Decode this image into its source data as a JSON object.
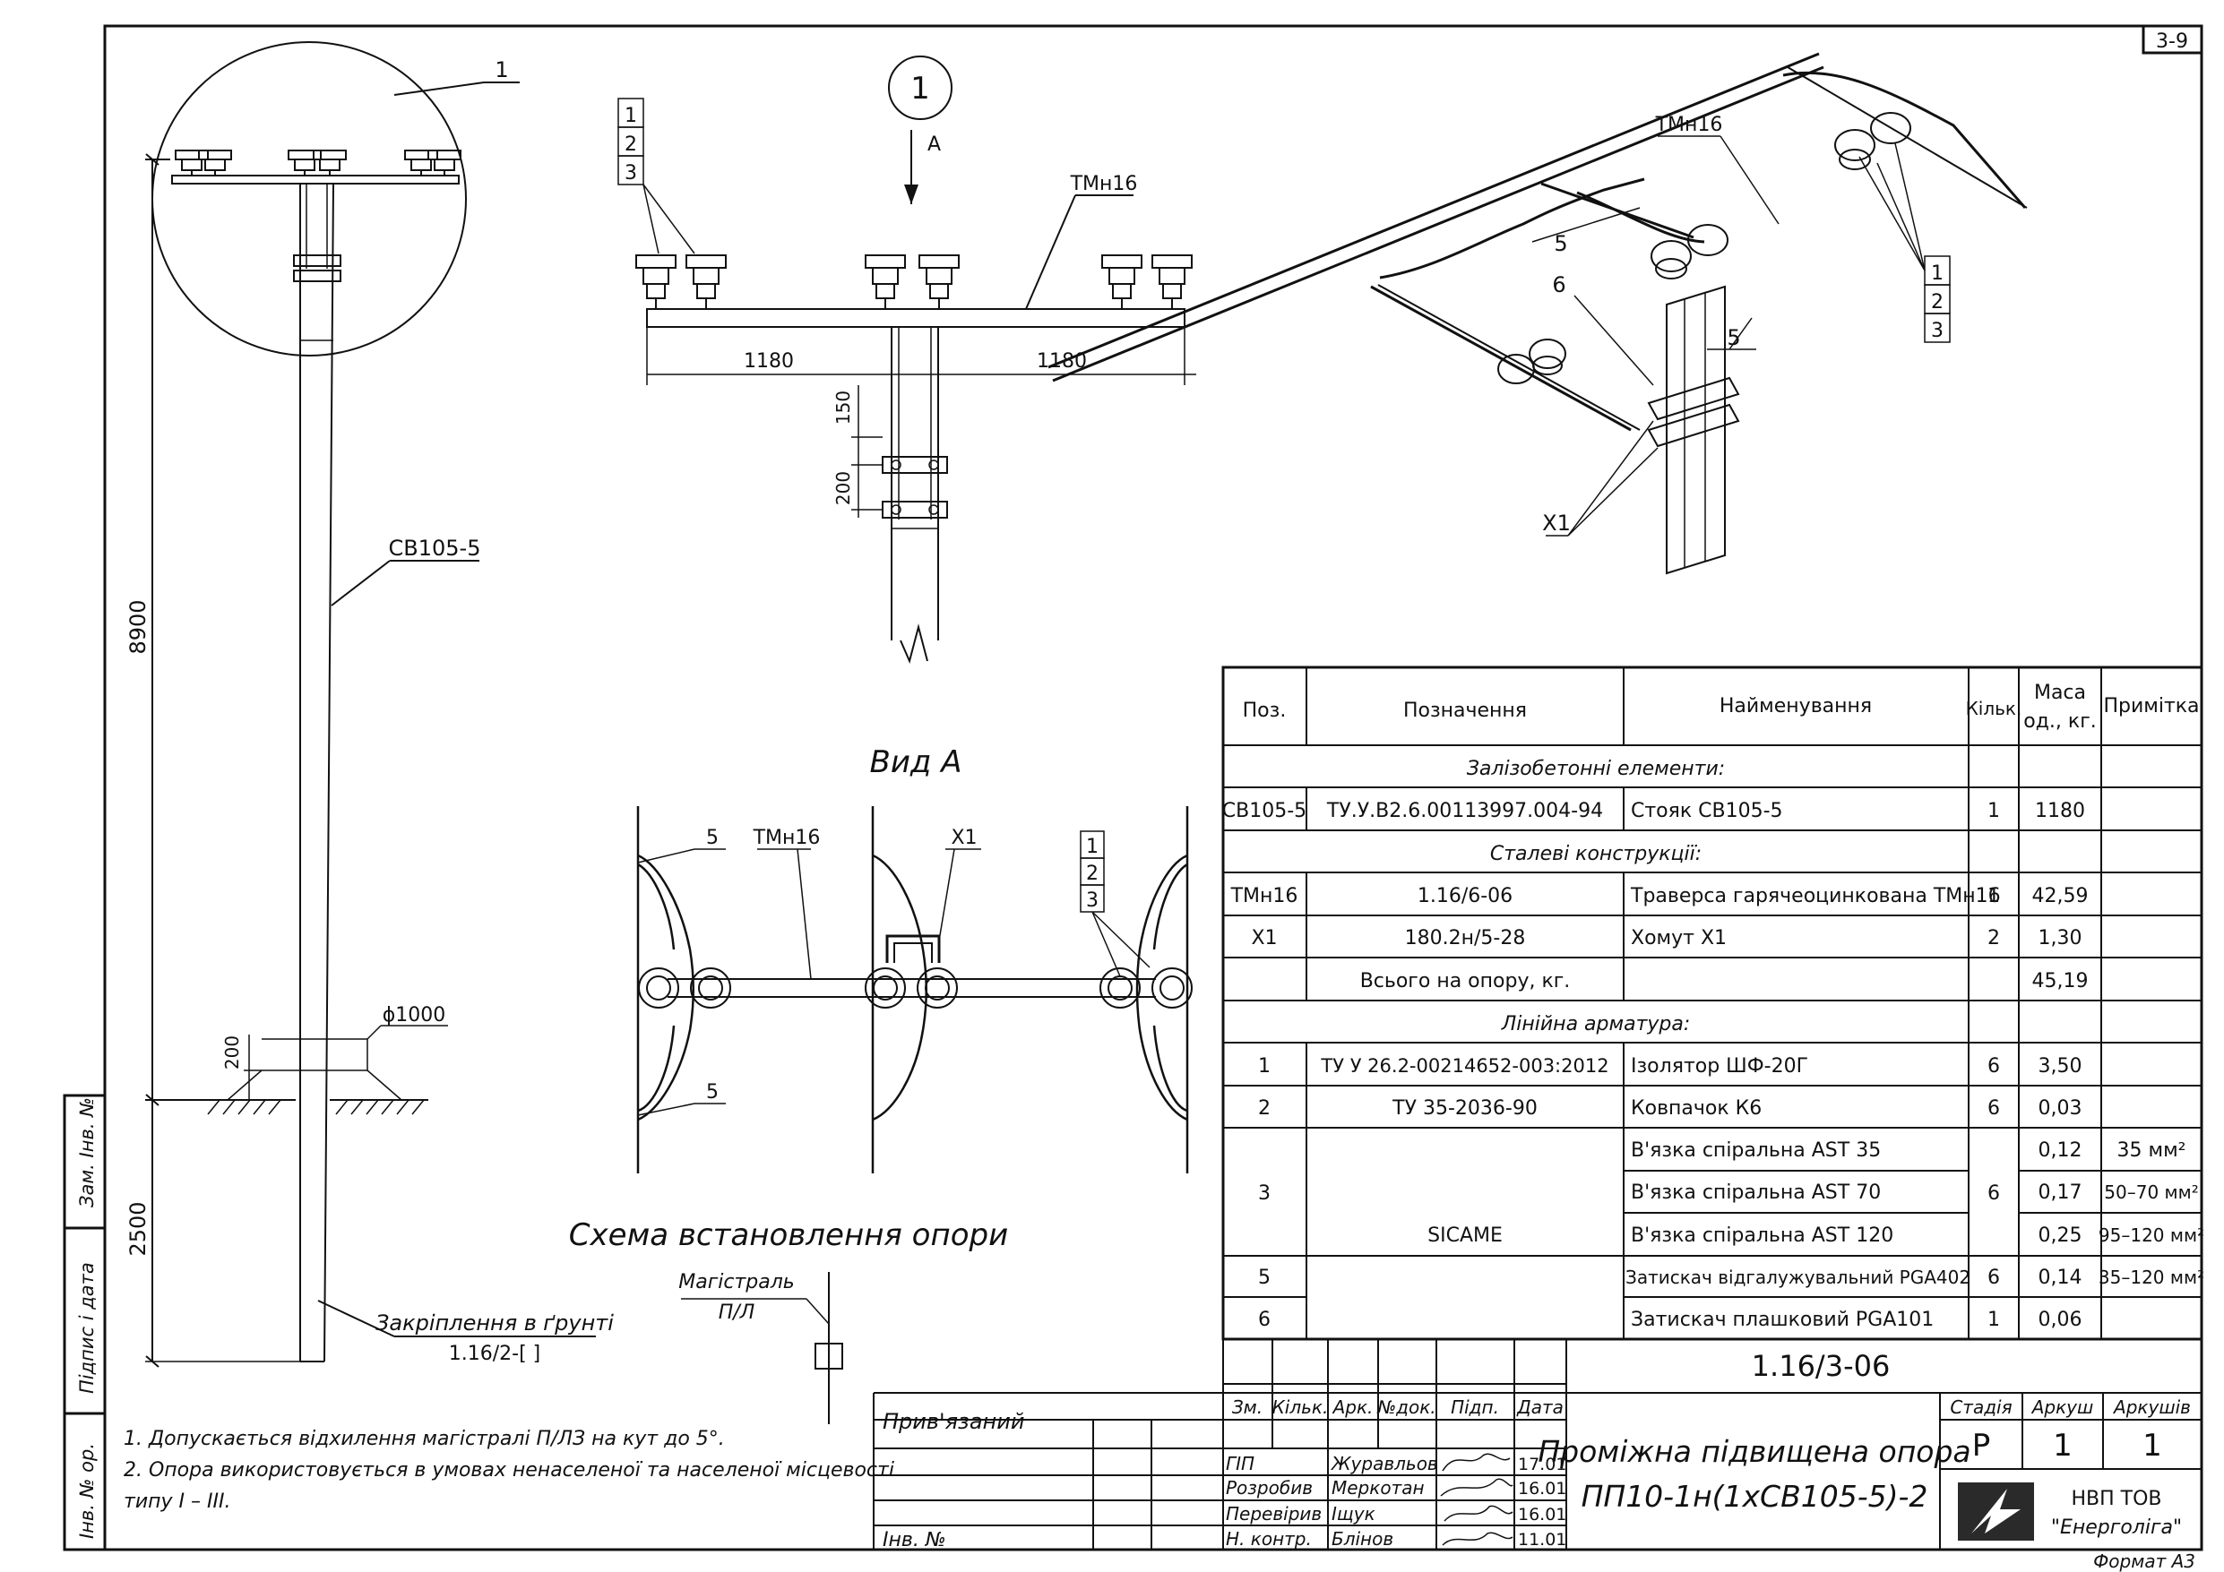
{
  "sheet_code": "3-9",
  "format_label": "Формат А3",
  "pole": {
    "callout_1": "1",
    "pole_label": "СВ105-5",
    "dim_height": "8900",
    "dim_ground": "2500",
    "dim_200": "200",
    "dim_diameter": "ϕ1000",
    "fixing_label": "Закріплення в ґрунті",
    "fixing_ref": "1.16/2-[    ]"
  },
  "detail": {
    "circle_label": "1",
    "arrow_label": "А",
    "callouts": [
      "1",
      "2",
      "3"
    ],
    "traverse_label": "ТМн16",
    "dim_left": "1180",
    "dim_right": "1180",
    "dim_150": "150",
    "dim_200": "200"
  },
  "iso": {
    "traverse_label": "ТМн16",
    "callouts": [
      "1",
      "2",
      "3"
    ],
    "label_5a": "5",
    "label_5b": "5",
    "label_6": "6",
    "label_x1": "Х1"
  },
  "view_a": {
    "title": "Вид А",
    "label_5a": "5",
    "label_5b": "5",
    "traverse_label": "ТМн16",
    "label_x1": "Х1",
    "callouts": [
      "1",
      "2",
      "3"
    ]
  },
  "scheme": {
    "title": "Схема встановлення опори",
    "line1": "Магістраль",
    "line2": "П/Л"
  },
  "notes": [
    "1. Допускається відхилення магістралі П/ЛЗ на кут до 5°.",
    "2. Опора використовується в умовах ненаселеної та населеної місцевості",
    "типу I – III."
  ],
  "spec": {
    "headers": [
      "Поз.",
      "Позначення",
      "Найменування",
      "Кільк.",
      "Маса",
      "од., кг.",
      "Примітка"
    ],
    "sec1": "Залізобетонні елементи:",
    "sec2": "Сталеві конструкції:",
    "sec3": "Лінійна арматура:",
    "r1": [
      "СВ105-5",
      "ТУ.У.В2.6.00113997.004-94",
      "Стояк СВ105-5",
      "1",
      "1180",
      ""
    ],
    "r2": [
      "ТМн16",
      "1.16/6-06",
      "Траверса гарячеоцинкована ТМн16",
      "1",
      "42,59",
      ""
    ],
    "r3": [
      "Х1",
      "180.2н/5-28",
      "Хомут Х1",
      "2",
      "1,30",
      ""
    ],
    "total_label": "Всього на опору, кг.",
    "total_value": "45,19",
    "r4": [
      "1",
      "ТУ У 26.2-00214652-003:2012",
      "Ізолятор ШФ-20Г",
      "6",
      "3,50",
      ""
    ],
    "r5": [
      "2",
      "ТУ 35-2036-90",
      "Ковпачок К6",
      "6",
      "0,03",
      ""
    ],
    "r6_pos": "3",
    "r6_qty": "6",
    "sicame": "SICAME",
    "r6a": [
      "В'язка спіральна AST 35",
      "0,12",
      "35 мм²"
    ],
    "r6b": [
      "В'язка спіральна AST 70",
      "0,17",
      "50–70 мм²"
    ],
    "r6c": [
      "В'язка спіральна AST 120",
      "0,25",
      "95–120 мм²"
    ],
    "r7": [
      "5",
      "Затискач відгалужувальний PGA402",
      "6",
      "0,14",
      "35–120 мм²"
    ],
    "r8": [
      "6",
      "Затискач плашковий PGA101",
      "1",
      "0,06",
      ""
    ]
  },
  "title_block": {
    "code": "1.16/3-06",
    "title_line1": "Проміжна підвищена опора",
    "title_line2": "ПП10-1н(1хСВ105-5)-2",
    "col_headers": [
      "Зм.",
      "Кільк.",
      "Арк.",
      "№док.",
      "Підп.",
      "Дата"
    ],
    "stage_headers": [
      "Стадія",
      "Аркуш",
      "Аркушів"
    ],
    "stage_values": [
      "Р",
      "1",
      "1"
    ],
    "company1": "НВП ТОВ",
    "company2": "\"Енерголіга\"",
    "rows": [
      [
        "ГІП",
        "Журавльов",
        "17.01"
      ],
      [
        "Розробив",
        "Меркотан",
        "16.01"
      ],
      [
        "Перевірив",
        "Іщук",
        "16.01"
      ],
      [
        "Н. контр.",
        "Блінов",
        "11.01"
      ]
    ],
    "linked": "Прив'язаний",
    "inv_no": "Інв. №"
  },
  "side_stamp": [
    "Інв. № ор.",
    "Підпис і дата",
    "Зам. Інв. №"
  ]
}
